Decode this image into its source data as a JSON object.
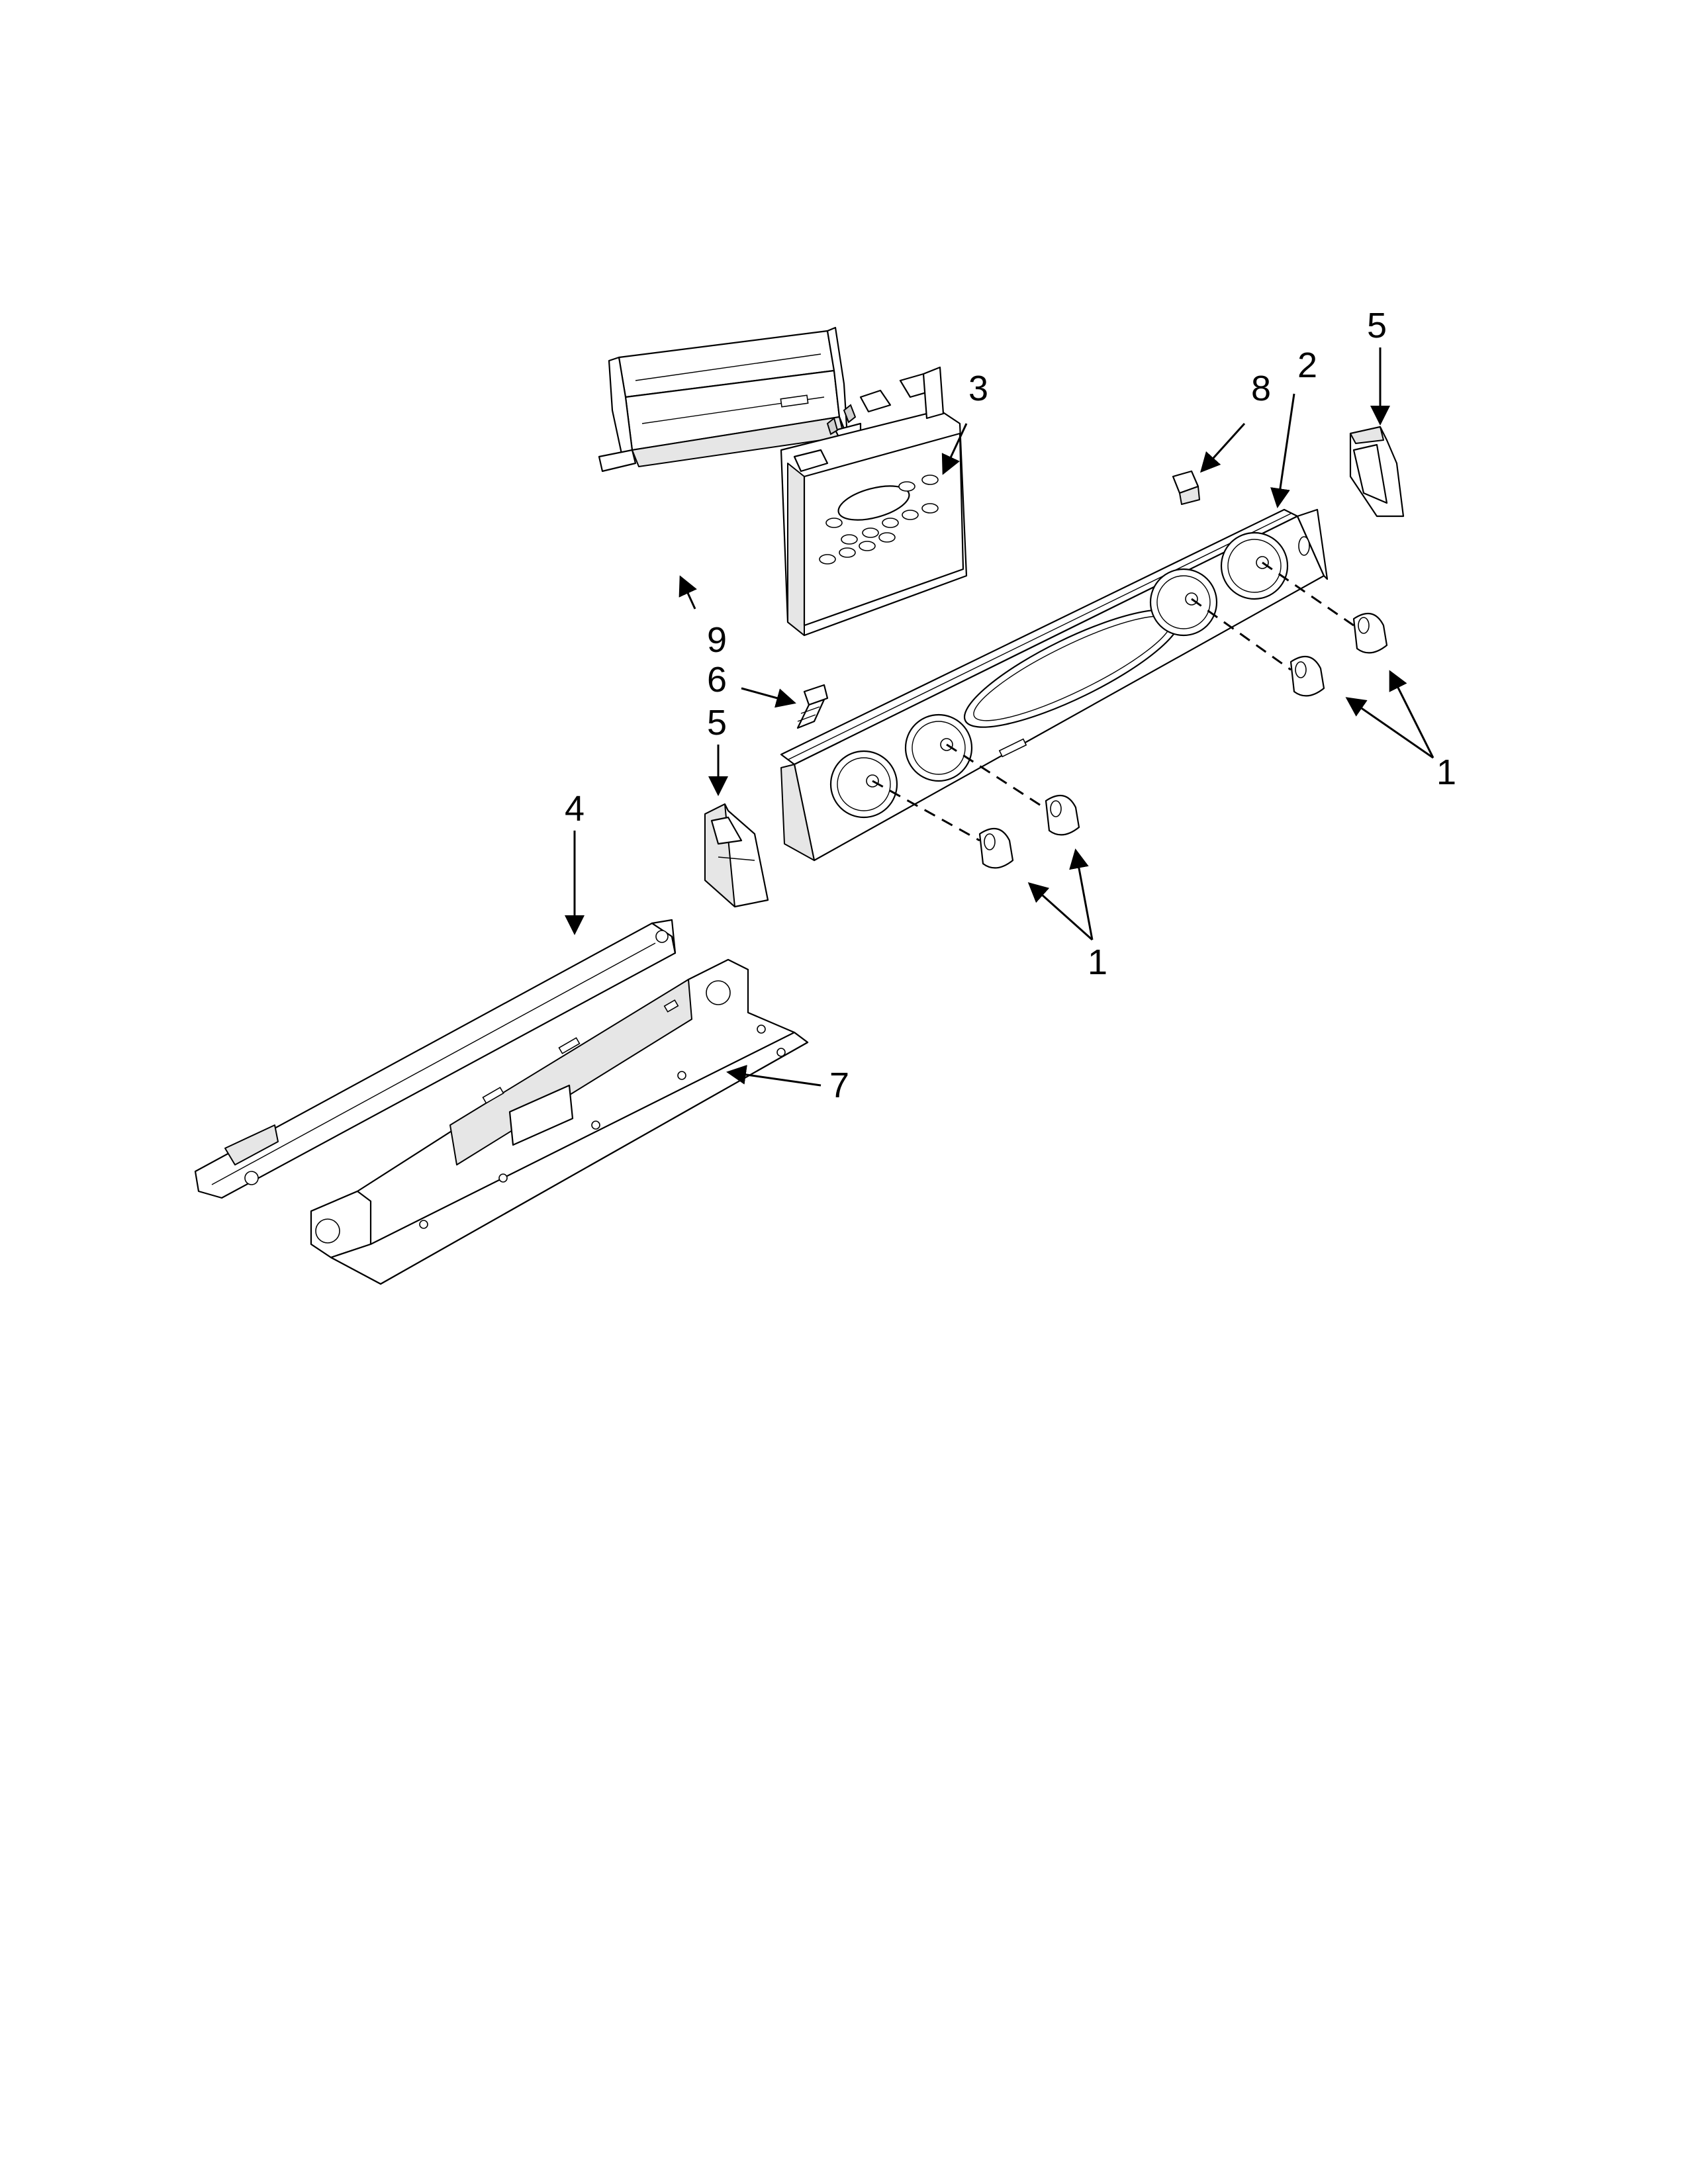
{
  "diagram": {
    "callouts": {
      "knobs_right": "1",
      "knobs_left": "1",
      "console_panel": "2",
      "control_board": "3",
      "trim_strip": "4",
      "end_cap_right": "5",
      "end_cap_left": "5",
      "screw": "6",
      "mounting_bracket": "7",
      "clip": "8",
      "board_bracket": "9"
    }
  }
}
